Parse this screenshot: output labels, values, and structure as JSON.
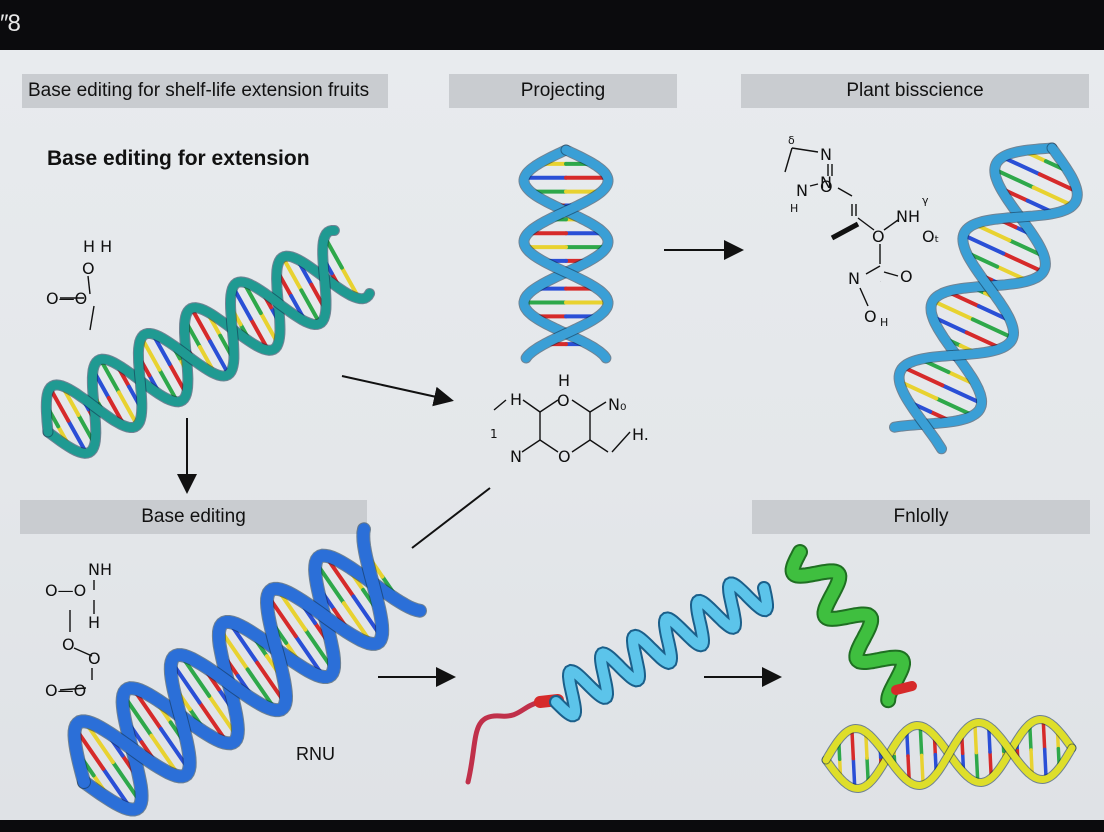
{
  "corner_label": "″8",
  "headers": {
    "top_left": "Base editing for shelf-life extension fruits",
    "top_center": "Projecting",
    "top_right": "Plant bisscience",
    "mid_left": "Base editing",
    "mid_right": "Fnlolly"
  },
  "subtitle": "Base editing for extension",
  "labels": {
    "rnu": "RNU"
  },
  "molecule_left_top": [
    "H H",
    "O",
    "O—O"
  ],
  "molecule_left_bottom": [
    "NH",
    "O—O",
    "H",
    "O",
    "O",
    "O—O"
  ],
  "molecule_center": [
    "H",
    "H",
    "O",
    "N₀",
    "1",
    "N",
    "O",
    "H."
  ],
  "molecule_right": [
    "δ",
    "N",
    "N",
    "N",
    "O",
    "H",
    "O",
    "NH",
    "γ",
    "Oₜ",
    "O",
    "N",
    "O",
    "O",
    "H"
  ],
  "colors": {
    "board": "#e6e9ec",
    "header_bg": "#c9ccd0",
    "dna_teal": "#1f9a92",
    "dna_blue": "#2b6fd8",
    "dna_sky": "#3a9fd6",
    "rna_cyan": "#5cc4ea",
    "helix_green": "#3fbf3f",
    "dna_yellow": "#dede2a",
    "base_red": "#d62a2a",
    "base_yellow": "#e8d230",
    "base_blue": "#2a4fd6",
    "base_green": "#2ea84a"
  }
}
